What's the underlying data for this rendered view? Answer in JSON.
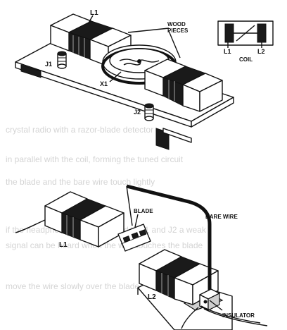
{
  "figure_top": {
    "labels": {
      "l1": "L1",
      "wood_pieces_line1": "WOOD",
      "wood_pieces_line2": "PIECES",
      "j1": "J1",
      "x1": "X1",
      "j2": "J2"
    },
    "coil_inset": {
      "l1": "L1",
      "l2": "L2",
      "caption": "COIL"
    }
  },
  "figure_bottom": {
    "labels": {
      "blade": "BLADE",
      "bare_wire": "BARE WIRE",
      "l1": "L1",
      "l2": "L2",
      "insulator": "INSULATOR"
    }
  },
  "background_bleed_text": [
    "crystal radio with a razor-blade detector",
    "in parallel with the coil, forming the tuned circuit",
    "the blade and the bare wire touch lightly",
    "if the headphones are connected to J1 and J2 a weak",
    "signal can be heard when the wire touches the blade",
    "move the wire slowly over the blade to find the best spot"
  ],
  "colors": {
    "ink": "#111111",
    "background": "#ffffff",
    "bleed": "#d4d4d4"
  }
}
